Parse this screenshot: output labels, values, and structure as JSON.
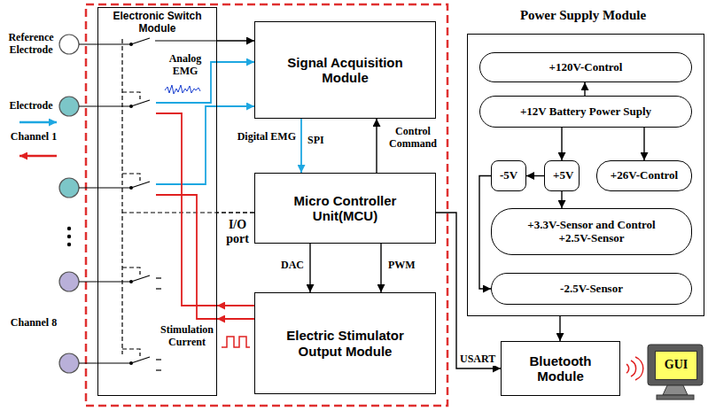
{
  "diagram": {
    "nodes": [
      {
        "text": [
          "Electronic Switch Module"
        ]
      },
      {
        "text": [
          "Signal Acquisition Module"
        ]
      },
      {
        "text": [
          "Micro Controller Unit(MCU)"
        ]
      },
      {
        "text": [
          "Electric Stimulator Output Module"
        ]
      },
      {
        "text": [
          "Power Supply Module"
        ]
      },
      {
        "text": [
          "+120V-Control"
        ],
        "in": 4
      },
      {
        "text": [
          "+12V Battery Power Suply"
        ],
        "in": 4
      },
      {
        "text": [
          "-5V"
        ],
        "in": 4
      },
      {
        "text": [
          "+5V"
        ],
        "in": 4
      },
      {
        "text": [
          "+26V-Control"
        ],
        "in": 4
      },
      {
        "text": [
          "+3.3V-Sensor and Control +2.5V-Sensor"
        ],
        "in": 4
      },
      {
        "text": [
          "-2.5V-Sensor"
        ],
        "in": 4
      },
      {
        "text": [
          "Bluetooth Module"
        ]
      },
      {
        "text": [
          "GUI"
        ]
      }
    ],
    "edges": [
      {
        "from": 0,
        "to": 1,
        "arrow": "to"
      },
      {
        "from": 0,
        "to": 1,
        "arrow": "to"
      },
      {
        "from": 0,
        "to": 1,
        "arrow": "to"
      },
      {
        "from": 1,
        "to": 2,
        "label": "SPI",
        "arrow": "to"
      },
      {
        "from": 2,
        "to": 1,
        "label": "Control Command",
        "arrow": "to"
      },
      {
        "from": 2,
        "to": 3,
        "label": "DAC",
        "arrow": "to"
      },
      {
        "from": 2,
        "to": 3,
        "label": "PWM",
        "arrow": "to"
      },
      {
        "from": 2,
        "to": 0,
        "label": "I/O port",
        "arrow": "none"
      },
      {
        "from": 3,
        "to": 0,
        "arrow": "to"
      },
      {
        "from": 3,
        "to": 0,
        "arrow": "to"
      },
      {
        "from": 2,
        "to": 12,
        "label": "USART",
        "arrow": "to"
      },
      {
        "from": 6,
        "to": 5,
        "arrow": "to"
      },
      {
        "from": 6,
        "to": 8,
        "arrow": "to"
      },
      {
        "from": 6,
        "to": 9,
        "arrow": "to"
      },
      {
        "from": 8,
        "to": 7,
        "arrow": "to"
      },
      {
        "from": 8,
        "to": 10,
        "arrow": "to"
      },
      {
        "from": 7,
        "to": 11,
        "arrow": "to"
      },
      {
        "from": 4,
        "to": 12,
        "arrow": "to"
      }
    ],
    "labels": [
      "Reference Electrode",
      "Electrode",
      "Channel 1",
      "Channel 8",
      "Analog EMG",
      "Digital EMG",
      "Stimulation Current"
    ]
  }
}
